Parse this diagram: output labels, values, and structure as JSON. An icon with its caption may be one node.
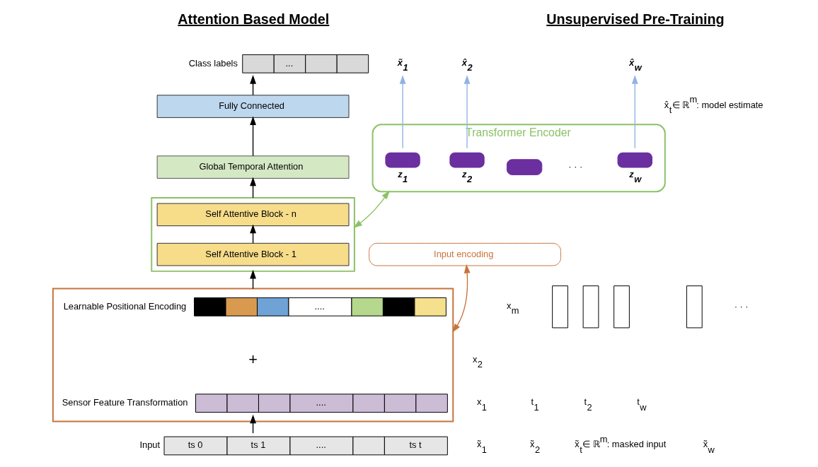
{
  "diagram": {
    "nodes": [
      {
        "text": [
          "..."
        ],
        "beside": [
          "Class labels"
        ]
      },
      {
        "text": [
          "Fully Connected"
        ]
      },
      {
        "text": [
          "Global Temporal Attention"
        ]
      },
      {
        "text": [],
        "shape": "box"
      },
      {
        "text": [
          "Self Attentive Block - n"
        ],
        "in": 3
      },
      {
        "text": [
          "Self Attentive Block - 1"
        ],
        "in": 3
      },
      {
        "text": [],
        "shape": "box"
      },
      {
        "text": [
          "...."
        ],
        "beside": [
          "Learnable Positional Encoding"
        ],
        "in": 6
      },
      {
        "text": [
          "...."
        ],
        "beside": [
          "Sensor Feature Transformation"
        ],
        "in": 6
      },
      {
        "text": [
          "ts 0",
          "ts 1",
          "....",
          "ts t"
        ],
        "beside": [
          "Input"
        ]
      },
      {
        "text": [
          "x̃$_{1}$"
        ]
      },
      {
        "text": [
          "x̂$_{2}$"
        ]
      },
      {
        "text": [
          "x̂$_{w}$"
        ]
      },
      {
        "text": [
          "Transformer Encoder"
        ]
      },
      {
        "text": [
          "z$_{1}$"
        ],
        "in": 13
      },
      {
        "text": [
          "z$_{2}$"
        ],
        "in": 13
      },
      {
        "text": [],
        "shape": "box",
        "in": 13
      },
      {
        "text": [
          "z$_{w}$"
        ],
        "in": 13
      },
      {
        "text": [
          "Input encoding"
        ]
      },
      {
        "text": [],
        "shape": "picture"
      }
    ],
    "edges": [
      {
        "from": 9,
        "to": 8,
        "arrow": "to"
      },
      {
        "from": 6,
        "to": 3,
        "arrow": "to"
      },
      {
        "from": 5,
        "to": 4,
        "arrow": "to"
      },
      {
        "from": 3,
        "to": 2,
        "arrow": "to"
      },
      {
        "from": 2,
        "to": 1,
        "arrow": "to"
      },
      {
        "from": 1,
        "to": 0,
        "arrow": "to"
      },
      {
        "from": 13,
        "to": 3,
        "arrow": "both",
        "color": "#8cc267"
      },
      {
        "from": 18,
        "to": 6,
        "arrow": "both",
        "color": "#c8733a"
      },
      {
        "from": 14,
        "to": 10,
        "arrow": "to",
        "color": "#8fb4e3"
      },
      {
        "from": 15,
        "to": 11,
        "arrow": "to",
        "color": "#8fb4e3"
      },
      {
        "from": 17,
        "to": 12,
        "arrow": "to",
        "color": "#8fb4e3"
      }
    ],
    "labels": [
      "Attention Based Model",
      "Unsupervised Pre-Training",
      "x̂$_{t}$∈ ℝ$^{m}$: model estimate",
      "· · ·",
      "+",
      "x$_{m}$",
      "· · ·",
      "x$_{2}$",
      "x$_{1}$",
      "t$_{1}$",
      "t$_{2}$",
      "t$_{w}$",
      "x̃$_{1}$",
      "x̃$_{2}$",
      "x̃$_{t}$∈ ℝ$^{m}$: masked input",
      "x̃$_{w}$"
    ]
  }
}
